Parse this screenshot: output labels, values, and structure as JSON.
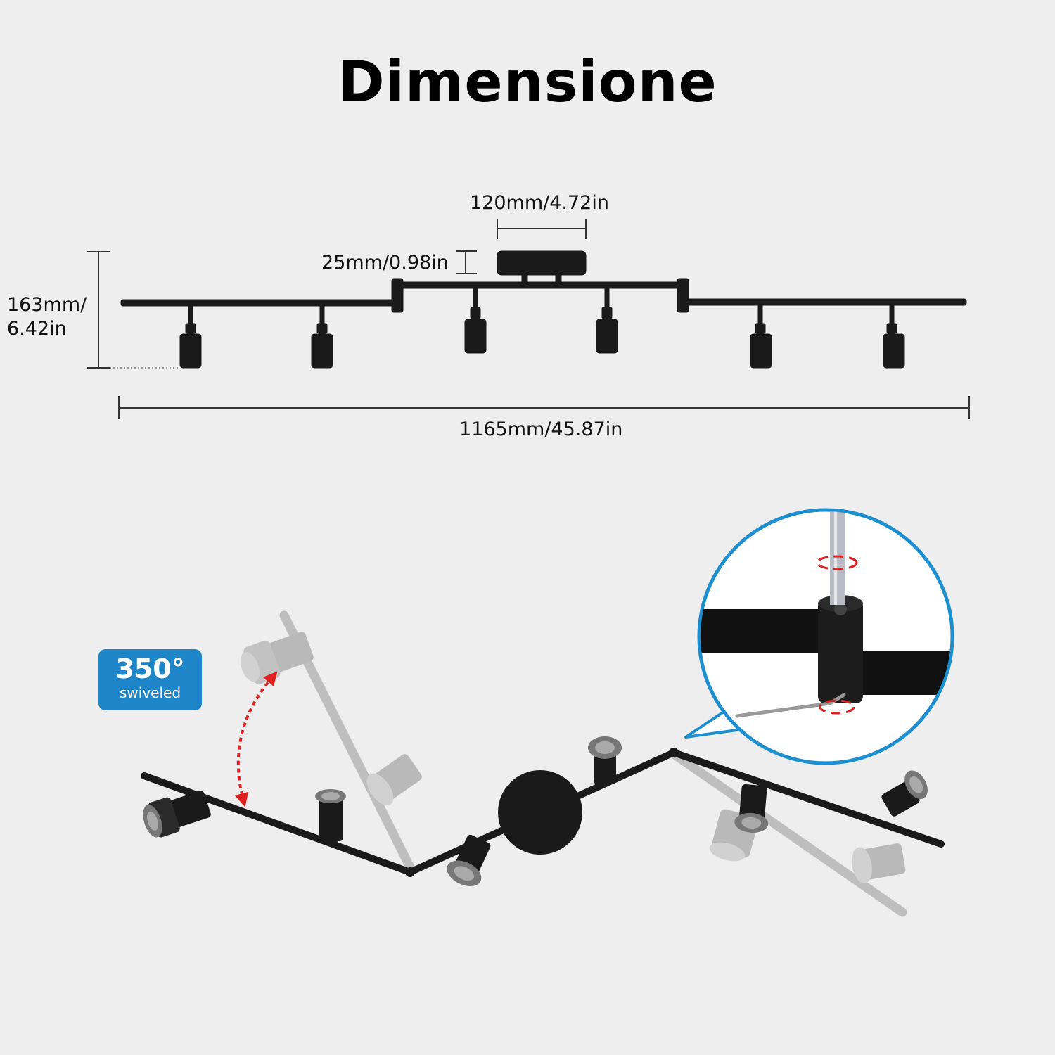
{
  "title": "Dimensione",
  "dimensions": {
    "base_width": "120mm/4.72in",
    "base_height": "25mm/0.98in",
    "height_line1": "163mm/",
    "height_line2": "6.42in",
    "total_length": "1165mm/45.87in"
  },
  "badge": {
    "value": "350°",
    "label": "swiveled"
  },
  "colors": {
    "background": "#eeeeee",
    "fixture": "#1a1a1a",
    "badge": "#1e86c8",
    "zoom_ring": "#1b8fd0",
    "arrow": "#e02020"
  },
  "icons": [
    "rotate-arrow-icon",
    "screwdriver-icon",
    "allen-key-icon"
  ]
}
